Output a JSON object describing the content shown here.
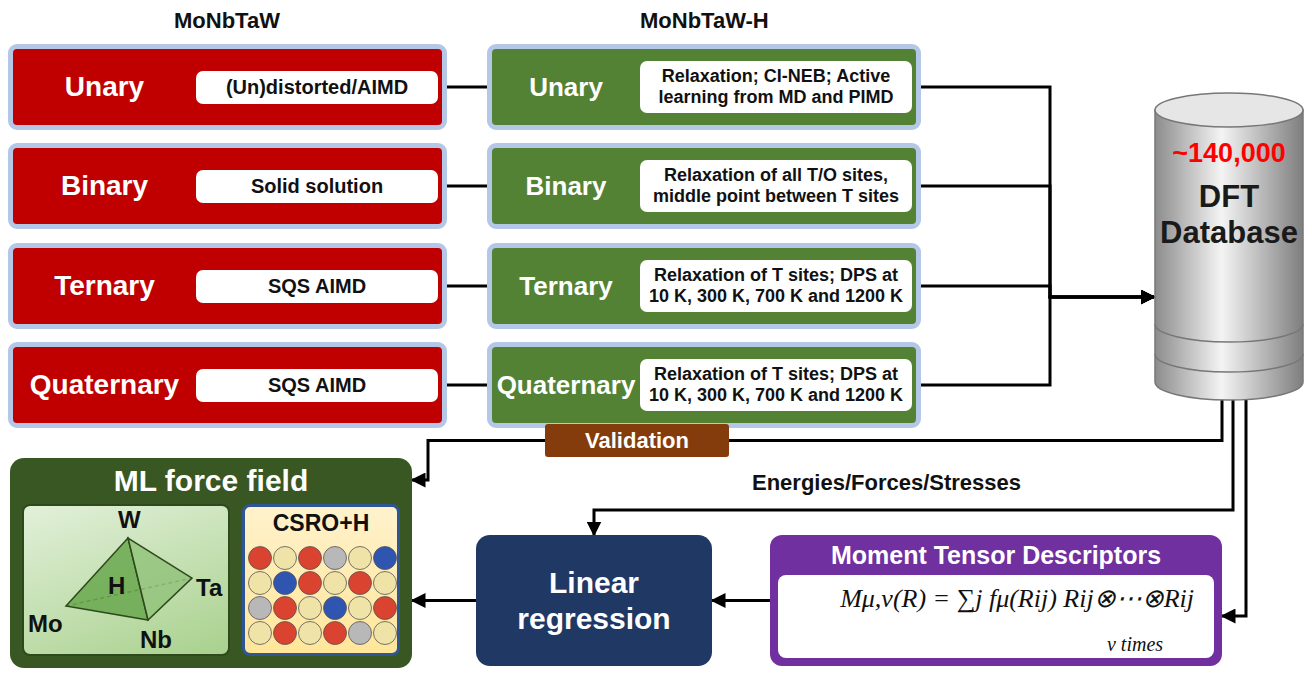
{
  "diagram": {
    "nodes": [
      {
        "text": [
          "Unary"
        ]
      },
      {
        "text": [
          "(Un)distorted/AIMD"
        ],
        "in": 0
      },
      {
        "text": [
          "Unary"
        ]
      },
      {
        "text": [
          "Relaxation; CI-NEB; Active learning from MD and PIMD"
        ],
        "in": 2
      },
      {
        "text": [
          "Binary"
        ]
      },
      {
        "text": [
          "Solid solution"
        ],
        "in": 4
      },
      {
        "text": [
          "Binary"
        ]
      },
      {
        "text": [
          "Relaxation of all T/O sites, middle point between T sites"
        ],
        "in": 6
      },
      {
        "text": [
          "Ternary"
        ]
      },
      {
        "text": [
          "SQS AIMD"
        ],
        "in": 8
      },
      {
        "text": [
          "Ternary"
        ]
      },
      {
        "text": [
          "Relaxation of T sites; DPS at 10 K, 300 K, 700 K and 1200 K"
        ],
        "in": 10
      },
      {
        "text": [
          "Quaternary"
        ]
      },
      {
        "text": [
          "SQS AIMD"
        ],
        "in": 12
      },
      {
        "text": [
          "Quaternary"
        ]
      },
      {
        "text": [
          "Relaxation of T sites; DPS at 10 K, 300 K, 700 K and 1200 K"
        ],
        "in": 14
      },
      {
        "text": [
          "~140,000",
          "DFT Database"
        ]
      },
      {
        "text": [
          "ML force field"
        ]
      },
      {
        "text": [
          "W",
          "H",
          "Ta",
          "Mo",
          "Nb"
        ],
        "in": 17
      },
      {
        "text": [
          "CSRO+H"
        ],
        "in": 17
      },
      {
        "text": [
          "Validation"
        ]
      },
      {
        "text": [
          "Linear regression"
        ]
      },
      {
        "text": [
          "Moment Tensor Descriptors",
          "Mμ,ν(R) = ∑j fμ(Rij) Rij⊗⋯⊗Rij",
          "v times"
        ]
      }
    ],
    "edges": [
      {
        "from": 0,
        "to": 2,
        "arrow": "none"
      },
      {
        "from": 4,
        "to": 6,
        "arrow": "none"
      },
      {
        "from": 8,
        "to": 10,
        "arrow": "none"
      },
      {
        "from": 12,
        "to": 14,
        "arrow": "none"
      },
      {
        "from": 2,
        "to": 16,
        "arrow": "to"
      },
      {
        "from": 6,
        "to": 16,
        "arrow": "to"
      },
      {
        "from": 10,
        "to": 16,
        "arrow": "to"
      },
      {
        "from": 14,
        "to": 16,
        "arrow": "to"
      },
      {
        "from": 16,
        "to": 20,
        "arrow": "none"
      },
      {
        "from": 20,
        "to": 17,
        "arrow": "to"
      },
      {
        "from": 16,
        "to": 21,
        "label": "Energies/Forces/Stresses",
        "arrow": "to"
      },
      {
        "from": 16,
        "to": 22,
        "arrow": "to"
      },
      {
        "from": 22,
        "to": 21,
        "arrow": "to"
      },
      {
        "from": 21,
        "to": 17,
        "arrow": "to"
      }
    ],
    "labels": [
      "MoNbTaW",
      "MoNbTaW-H"
    ]
  }
}
